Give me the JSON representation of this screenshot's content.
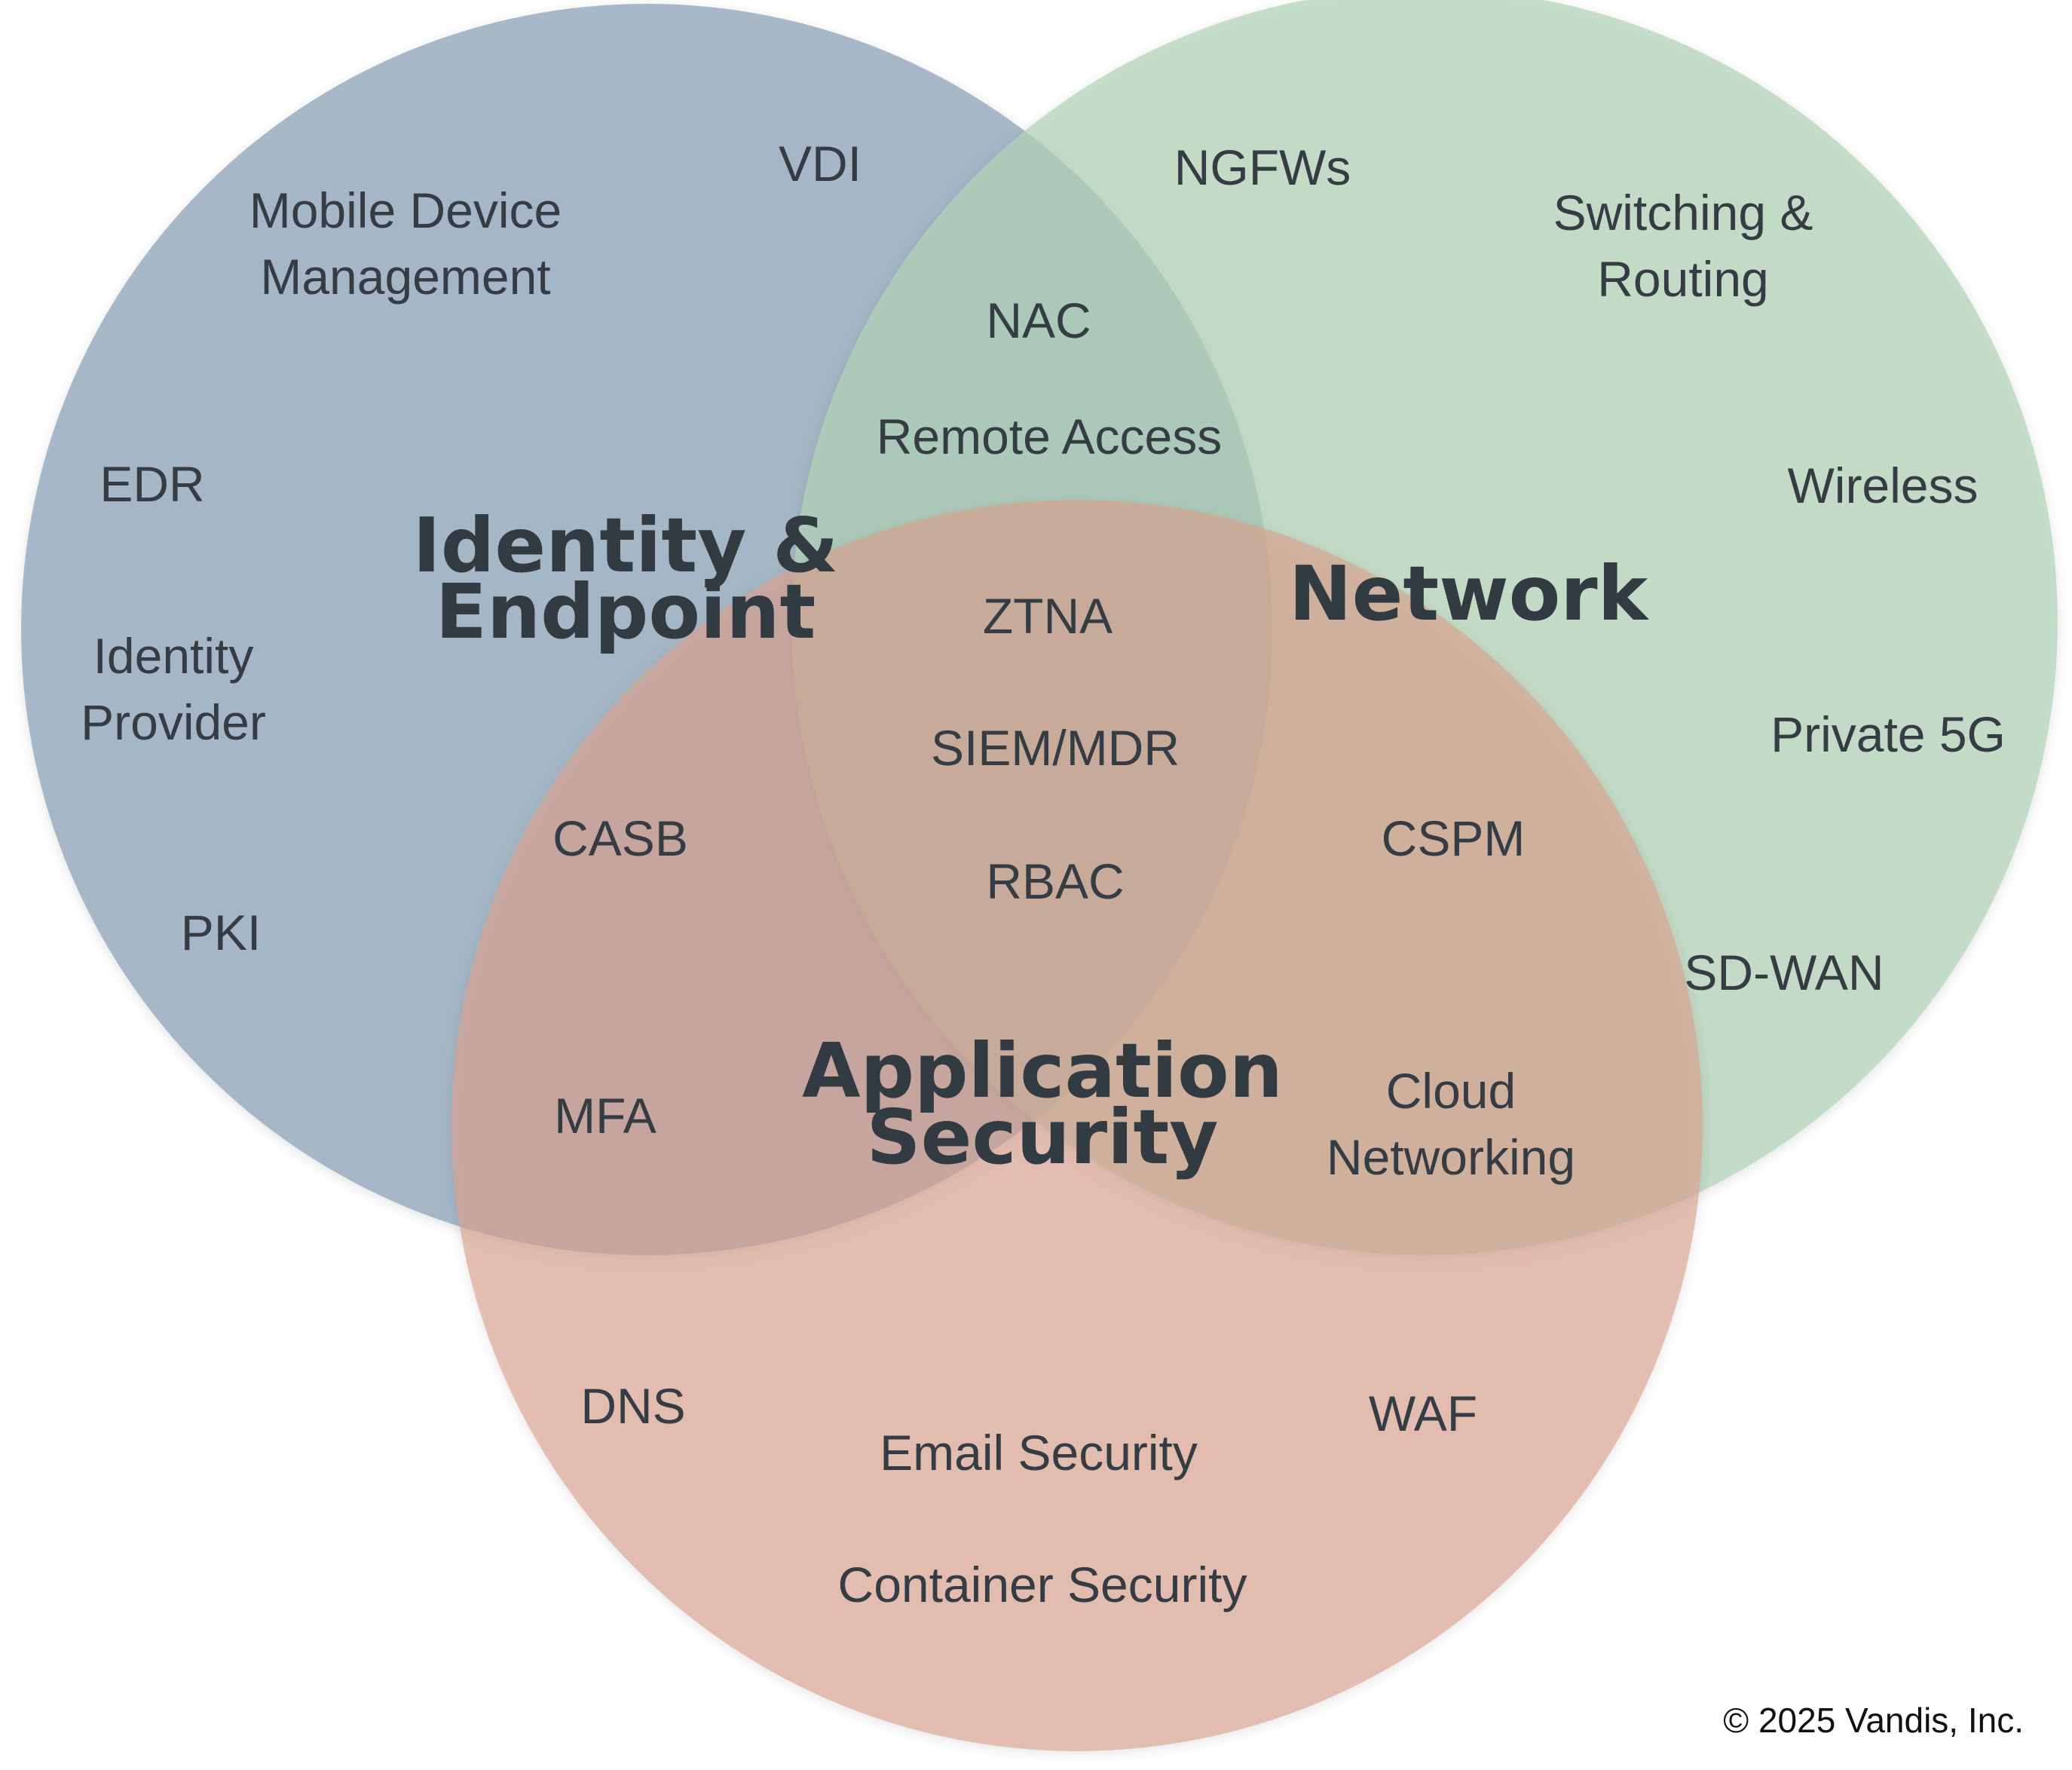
{
  "diagram": {
    "circles": [
      {
        "id": "identity-endpoint",
        "color": "#8ea3b8"
      },
      {
        "id": "network",
        "color": "#b1d2b7"
      },
      {
        "id": "application-security",
        "color": "#d9a28f"
      }
    ],
    "titles": {
      "identity_endpoint": [
        "Identity &",
        "Endpoint"
      ],
      "network": [
        "Network"
      ],
      "application_security": [
        "Application",
        "Security"
      ]
    },
    "identity_endpoint_only": {
      "vdi": [
        "VDI"
      ],
      "mobile_device_management": [
        "Mobile Device",
        "Management"
      ],
      "edr": [
        "EDR"
      ],
      "identity_provider": [
        "Identity",
        "Provider"
      ],
      "pki": [
        "PKI"
      ]
    },
    "network_only": {
      "ngfws": [
        "NGFWs"
      ],
      "switching_routing": [
        "Switching &",
        "Routing"
      ],
      "wireless": [
        "Wireless"
      ],
      "private_5g": [
        "Private 5G"
      ],
      "sd_wan": [
        "SD-WAN"
      ]
    },
    "identity_network_overlap": {
      "nac": [
        "NAC"
      ],
      "remote_access": [
        "Remote Access"
      ]
    },
    "center_overlap": {
      "ztna": [
        "ZTNA"
      ],
      "siem_mdr": [
        "SIEM/MDR"
      ],
      "rbac": [
        "RBAC"
      ]
    },
    "identity_application_overlap": {
      "casb": [
        "CASB"
      ],
      "mfa": [
        "MFA"
      ]
    },
    "network_application_overlap": {
      "cspm": [
        "CSPM"
      ],
      "cloud_networking": [
        "Cloud",
        "Networking"
      ]
    },
    "application_security_only": {
      "dns": [
        "DNS"
      ],
      "waf": [
        "WAF"
      ],
      "email_security": [
        "Email Security"
      ],
      "container_security": [
        "Container Security"
      ]
    }
  },
  "copyright": "© 2025 Vandis, Inc."
}
